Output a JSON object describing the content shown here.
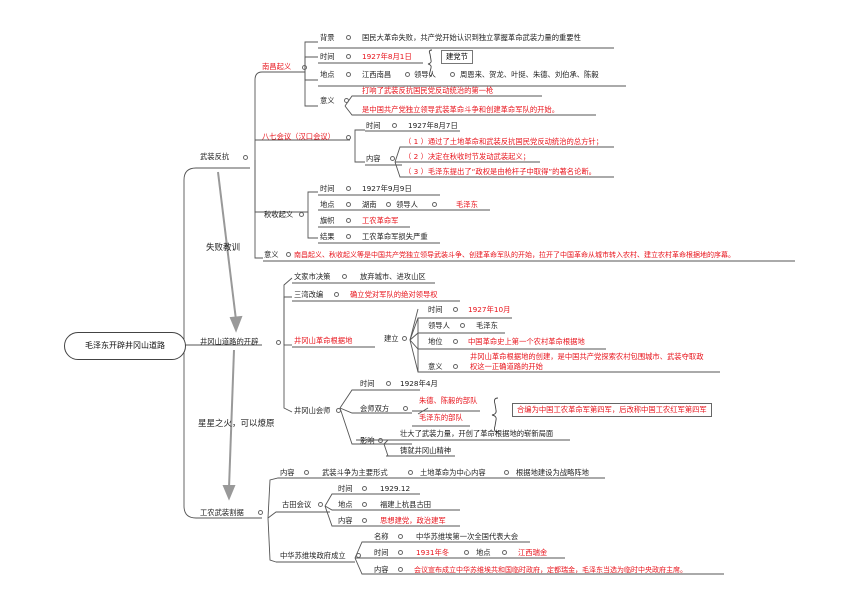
{
  "root": "毛泽东开辟井冈山道路",
  "arrows": {
    "top": "失败教训",
    "mid": "星星之火，可以燎原"
  },
  "b1": {
    "label": "武装反抗",
    "nanchang": {
      "label": "南昌起义",
      "bg_k": "背景",
      "bg_v": "国民大革命失败，共产党开始认识到独立掌握革命武装力量的重要性",
      "time_k": "时间",
      "time_v": "1927年8月1日",
      "time_note": "建党节",
      "place_k": "地点",
      "place_v": "江西南昌",
      "leader_k": "领导人",
      "leader_v": "周恩来、贺龙、叶挺、朱德、刘伯承、陈毅",
      "sig_k": "意义",
      "sig_1": "打响了武装反抗国民党反动统治的第一枪",
      "sig_2": "是中国共产党独立领导武装革命斗争和创建革命军队的开始。"
    },
    "baqi": {
      "label": "八七会议（汉口会议）",
      "time_k": "时间",
      "time_v": "1927年8月7日",
      "content_k": "内容",
      "c1": "（ 1 ）通过了土地革命和武装反抗国民党反动统治的总方针；",
      "c2": "（ 2 ）决定在秋收时节发动武装起义；",
      "c3": "（ 3 ）毛泽东提出了“政权是由枪杆子中取得”的著名论断。"
    },
    "qiushou": {
      "label": "秋收起义",
      "time_k": "时间",
      "time_v": "1927年9月9日",
      "place_k": "地点",
      "place_v": "湖南",
      "leader_k": "领导人",
      "leader_v": "毛泽东",
      "flag_k": "旗帜",
      "flag_v": "工农革命军",
      "result_k": "结果",
      "result_v": "工农革命军损失严重"
    },
    "sig_k": "意义",
    "sig_v": "南昌起义、秋收起义等是中国共产党独立领导武装斗争、创建革命军队的开始，拉开了中国革命从城市转入农村、建立农村革命根据地的序幕。"
  },
  "b2": {
    "label": "井冈山道路的开辟",
    "wenjia_k": "文家市决策",
    "wenjia_v": "放弃城市、进攻山区",
    "sanwan_k": "三湾改编",
    "sanwan_v": "确立党对军队的绝对领导权",
    "base": {
      "label": "井冈山革命根据地",
      "build_k": "建立",
      "time_k": "时间",
      "time_v": "1927年10月",
      "leader_k": "领导人",
      "leader_v": "毛泽东",
      "pos_k": "地位",
      "pos_v": "中国革命史上第一个农村革命根据地",
      "sig_k": "意义",
      "sig_1": "井冈山革命根据地的创建，是中国共产党探索农村包围城市、武装夺取政",
      "sig_2": "权这一正确道路的开始"
    },
    "huishi": {
      "label": "井冈山会师",
      "time_k": "时间",
      "time_v": "1928年4月",
      "sides_k": "会师双方",
      "side_1": "朱德、陈毅的部队",
      "side_2": "毛泽东的部队",
      "merge": "合编为中国工农革命军第四军，后改称中国工农红军第四军",
      "impact_k": "影响",
      "impact_1": "壮大了武装力量，开创了革命根据地的崭新局面",
      "impact_2": "铸就井冈山精神"
    }
  },
  "b3": {
    "label": "工农武装割据",
    "content_k": "内容",
    "content_1": "武装斗争为主要形式",
    "content_2": "土地革命为中心内容",
    "content_3": "根据地建设为战略阵地",
    "gutian": {
      "label": "古田会议",
      "time_k": "时间",
      "time_v": "1929.12",
      "place_k": "地点",
      "place_v": "福建上杭县古田",
      "content_k": "内容",
      "content_v": "思想建党，政治建军"
    },
    "soviet": {
      "label": "中华苏维埃政府成立",
      "name_k": "名称",
      "name_v": "中华苏维埃第一次全国代表大会",
      "time_k": "时间",
      "time_v": "1931年冬",
      "place_k": "地点",
      "place_v": "江西瑞金",
      "content_k": "内容",
      "content_v": "会议宣布成立中华苏维埃共和国临时政府，定都瑞金，毛泽东当选为临时中央政府主席。"
    }
  },
  "colors": {
    "accent": "#e8141c",
    "line": "#555555",
    "arrow": "#999999"
  }
}
